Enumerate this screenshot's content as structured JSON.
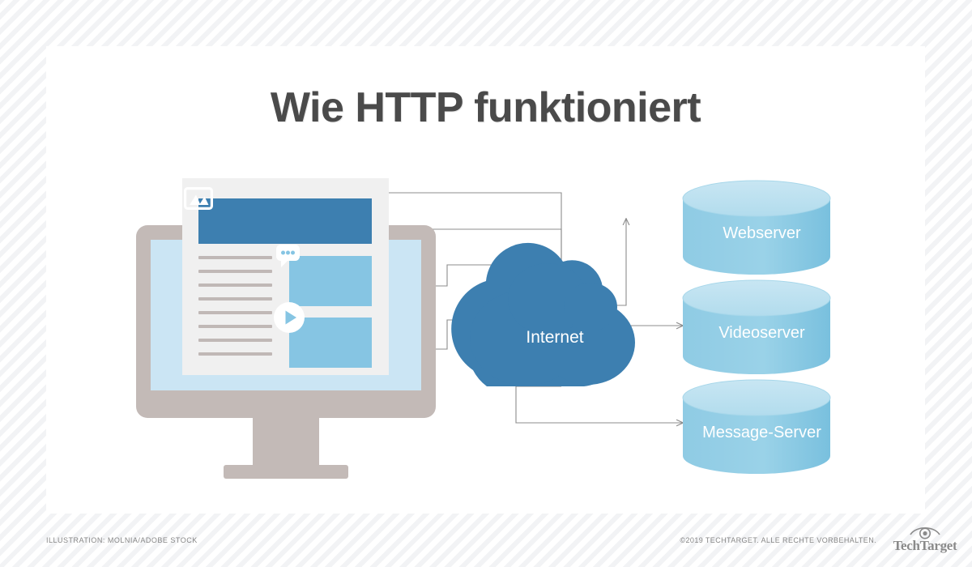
{
  "page": {
    "title": "Wie HTTP funktioniert",
    "background_pattern": "diagonal-stripes",
    "card_color": "#ffffff"
  },
  "colors": {
    "title_text": "#4a4a4a",
    "cloud_blue": "#3d7fb0",
    "banner_blue": "#3d7fb0",
    "tile_blue": "#86c5e3",
    "server_body": "#8fcbe4",
    "server_top": "#bfe1f0",
    "monitor_frame": "#c3bab7",
    "monitor_screen": "#cbe5f4",
    "page_bg": "#f0f0f0",
    "connector_line": "#8c8c8c",
    "footer_text": "#868686"
  },
  "diagram": {
    "client": {
      "name": "monitor",
      "page": {
        "banner_icon": "image-icon",
        "text_line_count": 8,
        "tiles": [
          {
            "id": "chat",
            "icon": "chat-bubble-icon"
          },
          {
            "id": "video",
            "icon": "play-icon"
          }
        ]
      }
    },
    "cloud": {
      "label": "Internet"
    },
    "servers": [
      {
        "id": "webserver",
        "label": "Webserver"
      },
      {
        "id": "videoserver",
        "label": "Videoserver"
      },
      {
        "id": "message-server",
        "label": "Message-Server"
      }
    ],
    "connectors": {
      "client_to_cloud_count": 4,
      "cloud_to_server_count": 3
    }
  },
  "footer": {
    "credit": "ILLUSTRATION: MOLNIA/ADOBE STOCK",
    "copyright": "©2019 TECHTARGET. ALLE RECHTE VORBEHALTEN.",
    "logo_text": "TechTarget",
    "logo_icon": "eye-icon"
  }
}
